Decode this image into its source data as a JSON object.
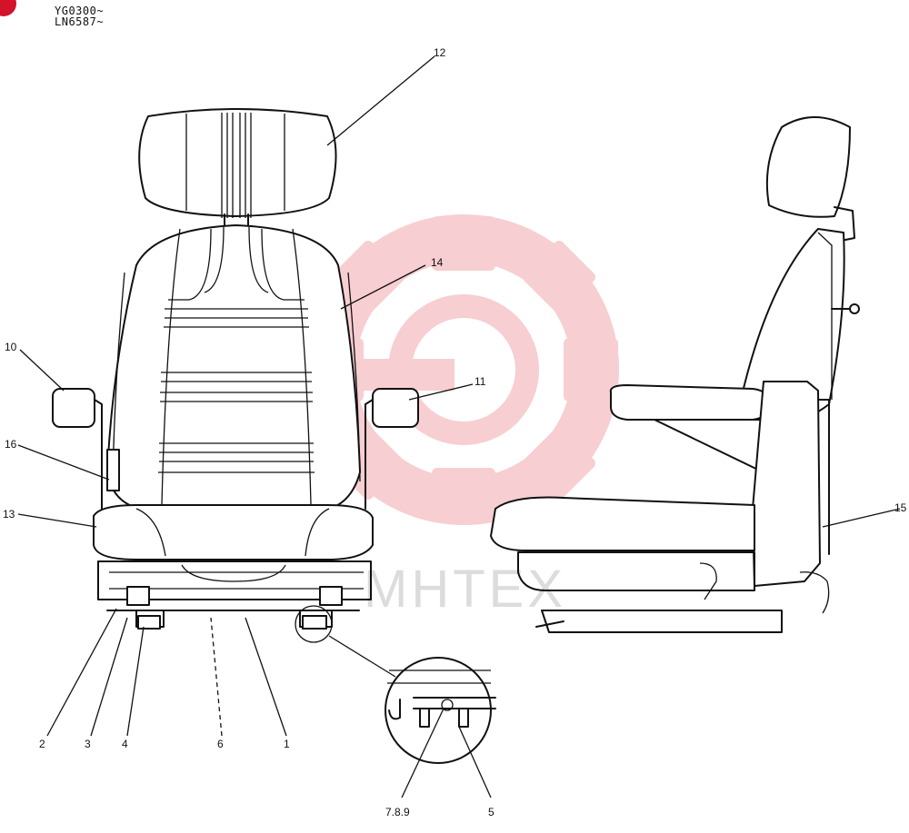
{
  "serials": [
    "YG0300~",
    "LN6587~"
  ],
  "watermark": {
    "text": "MHTEX",
    "color": "#f6c6c9"
  },
  "parts": {
    "p1": "1",
    "p2": "2",
    "p3": "3",
    "p4": "4",
    "p5": "5",
    "p6": "6",
    "p789": "7.8.9",
    "p10": "10",
    "p11": "11",
    "p12": "12",
    "p13": "13",
    "p14": "14",
    "p15": "15",
    "p16": "16"
  }
}
